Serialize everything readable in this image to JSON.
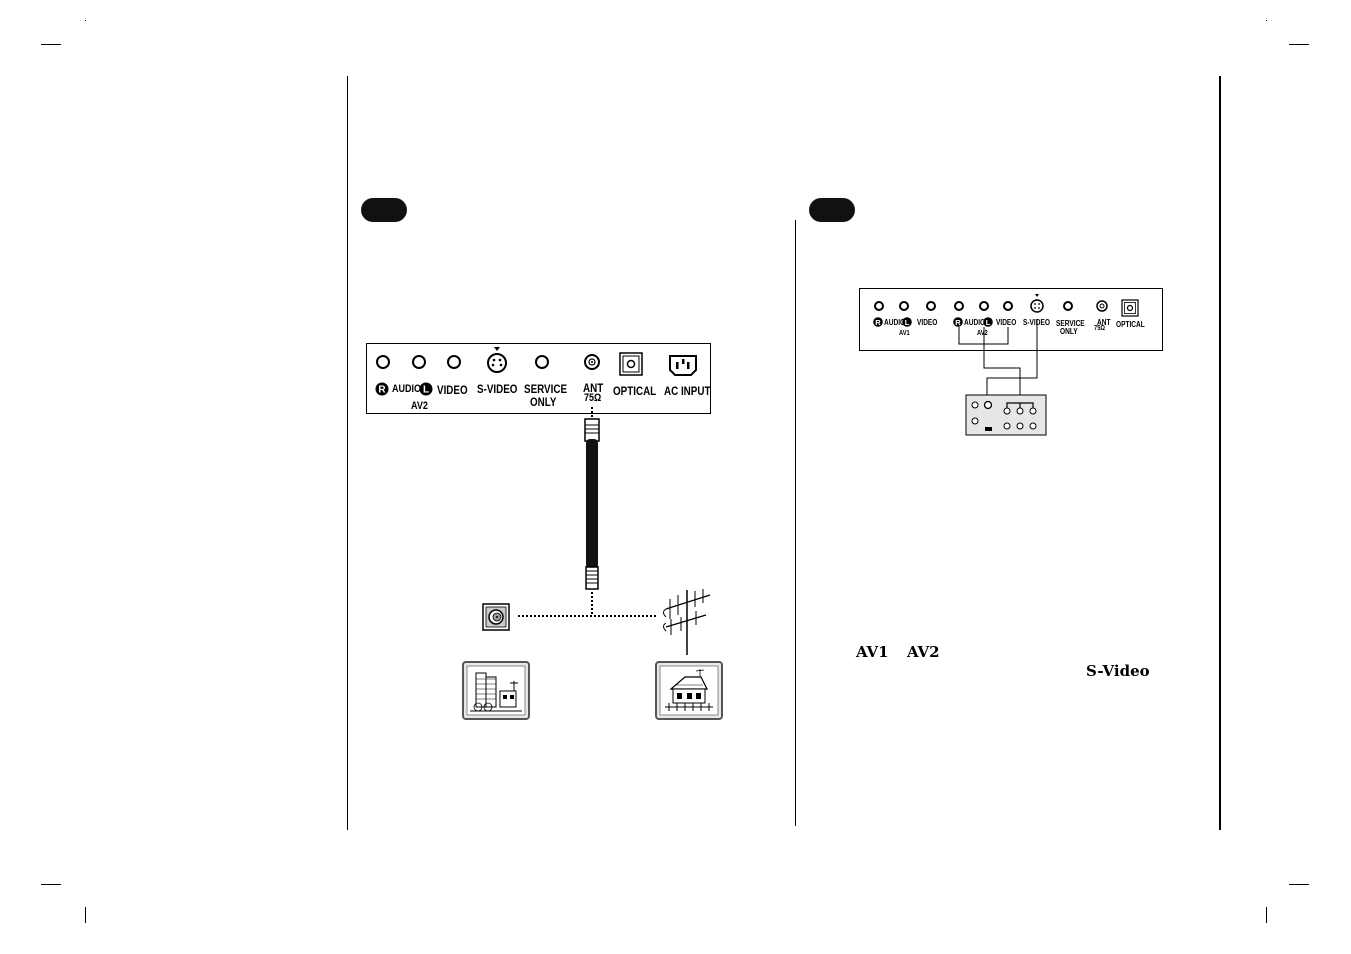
{
  "left_panel": {
    "labels": {
      "r_circle": "R",
      "audio": "AUDIO",
      "l_circle": "L",
      "video": "VIDEO",
      "av2": "AV2",
      "s_video": "S-VIDEO",
      "service": "SERVICE",
      "only": "ONLY",
      "ant": "ANT",
      "ohm": "75Ω",
      "optical": "OPTICAL",
      "ac_input": "AC INPUT"
    }
  },
  "right_panel": {
    "labels": {
      "r_circle": "R",
      "audio1": "AUDIO",
      "l_circle1": "L",
      "video1": "VIDEO",
      "av1": "AV1",
      "r_circle2": "R",
      "audio2": "AUDIO",
      "l_circle2": "L",
      "video2": "VIDEO",
      "av2": "AV2",
      "s_video": "S-VIDEO",
      "service": "SERVICE",
      "only": "ONLY",
      "ant": "ANT",
      "ohm": "75Ω",
      "optical": "OPTICAL"
    }
  },
  "text": {
    "av1": "AV1",
    "av2": "AV2",
    "s_video": "S-Video"
  }
}
